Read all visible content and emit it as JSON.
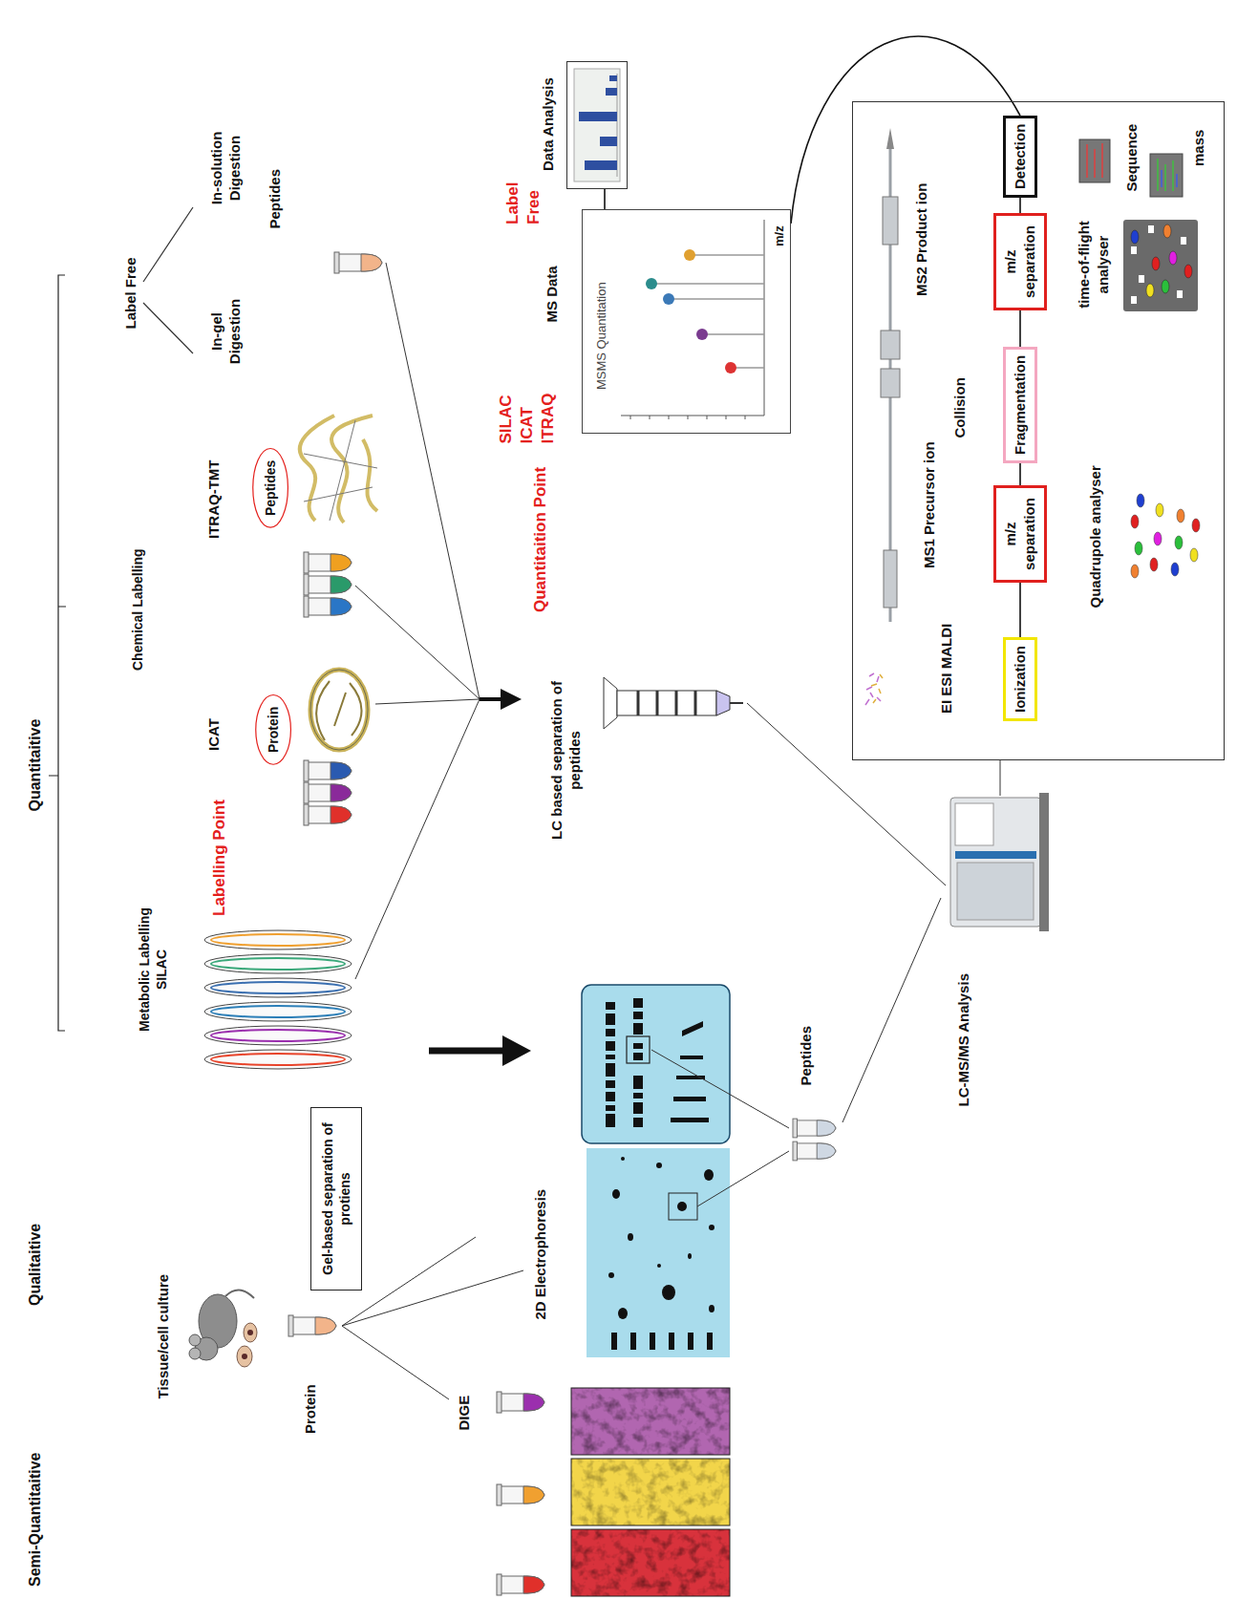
{
  "diagram": {
    "nodes": [
      {
        "text": [
          "Peptides"
        ]
      },
      {
        "text": [
          "Protein"
        ]
      },
      {
        "text": [
          "Gel-based separation of protiens"
        ]
      },
      {
        "text": [
          "Data Analysis"
        ]
      },
      {
        "text": [
          "MS Data",
          "MSMS Quantitation",
          "m/z"
        ]
      },
      {
        "text": [
          "EI ESI MALDI",
          "MS1 Precursor ion",
          "Collision",
          "MS2 Product ion",
          "Quadrupole analyser",
          "time-of-flight analyser",
          "Sequence",
          "mass"
        ]
      },
      {
        "text": [
          "Ionization"
        ],
        "in": 5
      },
      {
        "text": [
          "m/z separation"
        ],
        "in": 5
      },
      {
        "text": [
          "Fragmentation"
        ],
        "in": 5
      },
      {
        "text": [
          "m/z separation"
        ],
        "in": 5
      },
      {
        "text": [
          "Detection"
        ],
        "in": 5
      }
    ],
    "edges": [
      {
        "from": 6,
        "to": 7,
        "arrow": "none"
      },
      {
        "from": 7,
        "to": 8,
        "arrow": "none"
      },
      {
        "from": 8,
        "to": 9,
        "arrow": "none"
      },
      {
        "from": 9,
        "to": 10,
        "arrow": "none"
      },
      {
        "from": 4,
        "to": 3,
        "arrow": "none"
      },
      {
        "from": 4,
        "to": 10,
        "arrow": "none"
      }
    ],
    "labels": [
      "Semi-Quantitaitive",
      "Qualitaitive",
      "Quantitaitive",
      "Label Free",
      "In-gel Digestion",
      "In-solution Digestion",
      "Chemical Labelling",
      "ITRAQ-TMT",
      "ICAT",
      "Metabolic Labelling SILAC",
      "Labelling Point",
      "Peptides",
      "LC based separation of peptides",
      "Quantitaition Point",
      "SILAC ICAT ITRAQ",
      "Label Free",
      "Tissue/cell culture",
      "Protein",
      "2D Electrophoresis",
      "DIGE",
      "Peptides",
      "LC-MS/MS Analysis"
    ]
  }
}
